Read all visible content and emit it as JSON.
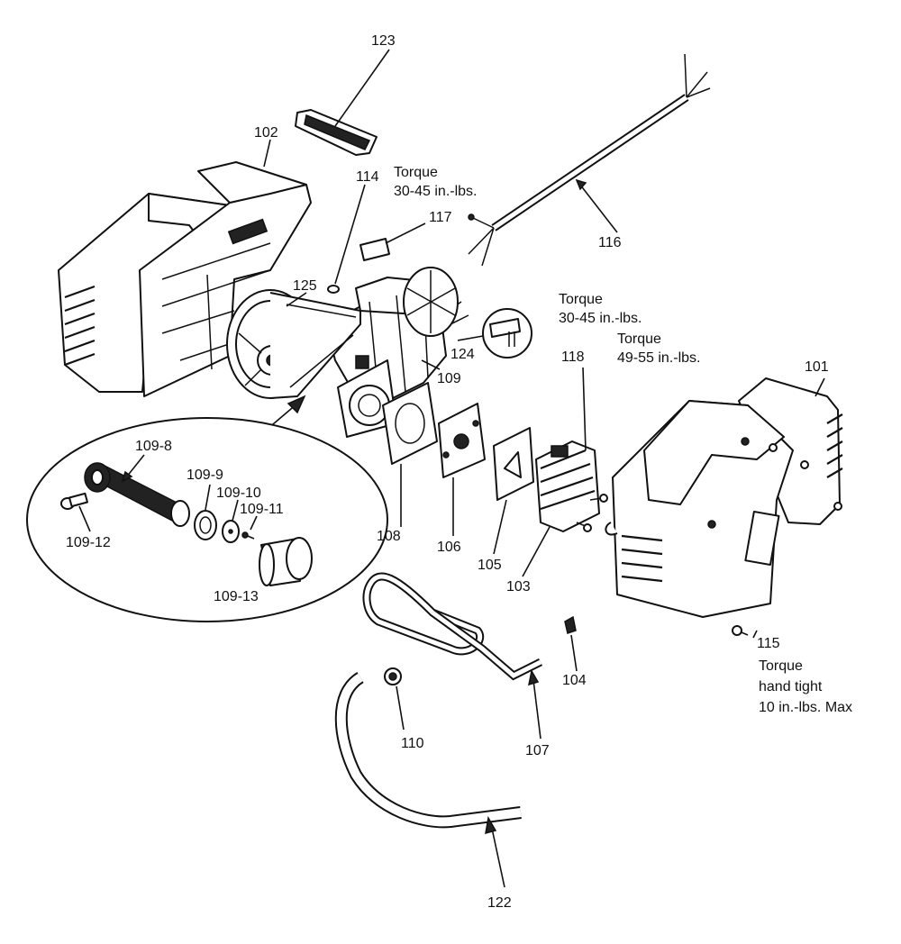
{
  "diagram": {
    "callouts": {
      "p101": "101",
      "p102": "102",
      "p103": "103",
      "p104": "104",
      "p105": "105",
      "p106": "106",
      "p107": "107",
      "p108": "108",
      "p109": "109",
      "p109_8": "109-8",
      "p109_9": "109-9",
      "p109_10": "109-10",
      "p109_11": "109-11",
      "p109_12": "109-12",
      "p109_13": "109-13",
      "p110": "110",
      "p114": "114",
      "p115": "115",
      "p116": "116",
      "p117": "117",
      "p118": "118",
      "p122": "122",
      "p123": "123",
      "p124": "124",
      "p125": "125"
    },
    "notes": {
      "torque_a_line1": "Torque",
      "torque_a_line2": "30-45 in.-lbs.",
      "torque_b_line1": "Torque",
      "torque_b_line2": "30-45 in.-lbs.",
      "torque_c_line1": "Torque",
      "torque_c_line2": "49-55 in.-lbs.",
      "torque_d_line1": "Torque",
      "torque_d_line2": "hand tight",
      "torque_d_line3": "10 in.-lbs. Max"
    }
  }
}
